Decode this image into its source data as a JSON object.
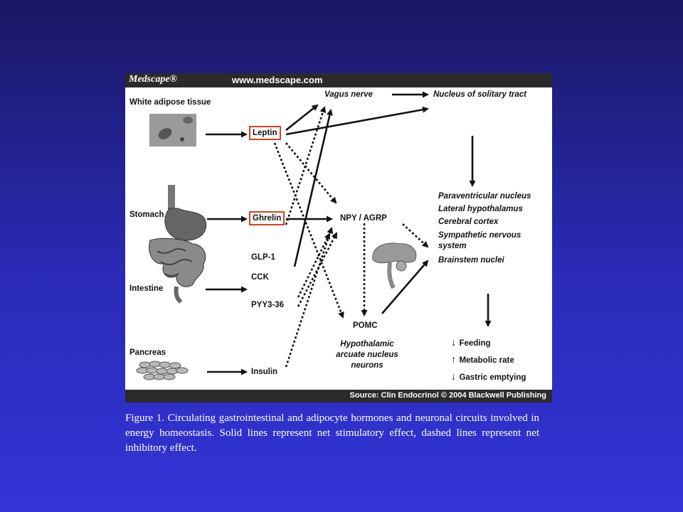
{
  "banner": {
    "brand": "Medscape®",
    "url": "www.medscape.com"
  },
  "footer": {
    "source": "Source: Clin Endocrinol © 2004 Blackwell Publishing"
  },
  "sources": {
    "white_adipose": "White adipose tissue",
    "stomach": "Stomach",
    "intestine": "Intestine",
    "pancreas": "Pancreas"
  },
  "hormones": {
    "leptin": "Leptin",
    "ghrelin": "Ghrelin",
    "glp1": "GLP-1",
    "cck": "CCK",
    "pyy": "PYY3-36",
    "insulin": "Insulin"
  },
  "targets": {
    "vagus": "Vagus nerve",
    "nts": "Nucleus of solitary tract",
    "npy": "NPY / AGRP",
    "pomc": "POMC",
    "arcuate": "Hypothalamic arcuate nucleus neurons"
  },
  "brain_regions": [
    "Paraventricular nucleus",
    "Lateral hypothalamus",
    "Cerebral cortex",
    "Sympathetic nervous system",
    "Brainstem nuclei"
  ],
  "outcomes": [
    {
      "arrow": "↓",
      "label": "Feeding"
    },
    {
      "arrow": "↑",
      "label": "Metabolic rate"
    },
    {
      "arrow": "↓",
      "label": "Gastric emptying"
    }
  ],
  "caption": "Figure 1. Circulating gastrointestinal and adipocyte hormones and neuronal circuits involved in energy homeostasis. Solid lines represent net stimulatory effect, dashed lines represent net inhibitory effect.",
  "colors": {
    "box_border": "#d9401f",
    "banner": "#2b2b2b"
  }
}
